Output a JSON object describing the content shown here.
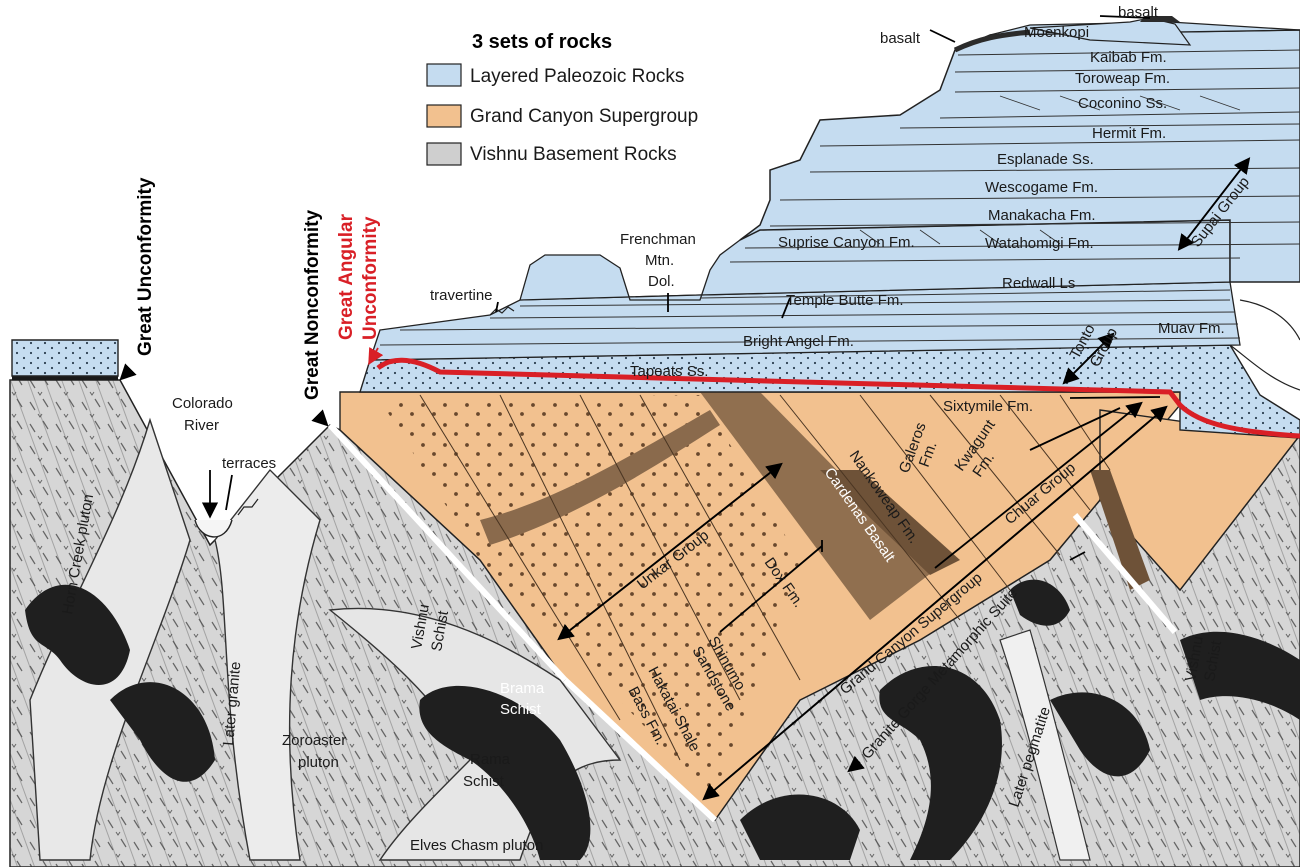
{
  "legend": {
    "title": "3 sets of rocks",
    "items": [
      {
        "label": "Layered Paleozoic Rocks",
        "color": "#c5dcf0"
      },
      {
        "label": "Grand Canyon Supergroup",
        "color": "#f2c18f"
      },
      {
        "label": "Vishnu Basement Rocks",
        "color": "#cfcfcf"
      }
    ]
  },
  "unconformities": {
    "great_unconformity": "Great Unconformity",
    "great_nonconformity": "Great Nonconformity",
    "great_angular_line1": "Great Angular",
    "great_angular_line2": "Unconformity"
  },
  "colors": {
    "paleozoic": "#c5dcf0",
    "supergroup": "#f2c18f",
    "basement": "#d6d6d6",
    "dark_band": "#8a6a4c",
    "unconformity_red": "#d91f26",
    "basalt": "#2b2b2b"
  },
  "paleozoic_labels": {
    "basalt_top": "basalt",
    "moenkopi": "Moenkopi",
    "basalt_left": "basalt",
    "kaibab": "Kaibab Fm.",
    "toroweap": "Toroweap Fm.",
    "coconino": "Coconino Ss.",
    "hermit": "Hermit Fm.",
    "esplanade": "Esplanade Ss.",
    "wescogame": "Wescogame Fm.",
    "manakacha": "Manakacha Fm.",
    "watahomigi": "Watahomigi Fm.",
    "suprise_canyon": "Suprise Canyon  Fm.",
    "supai_group": "Supai Group",
    "redwall": "Redwall Ls",
    "frenchman_1": "Frenchman",
    "frenchman_2": "Mtn.",
    "frenchman_3": "Dol.",
    "temple_butte": "Temple Butte Fm.",
    "travertine": "travertine",
    "bright_angel": "Bright Angel Fm.",
    "muav": "Muav Fm.",
    "tonto_group_1": "Tonto",
    "tonto_group_2": "Group",
    "tapeats": "Tapeats Ss."
  },
  "supergroup_labels": {
    "sixtymile": "Sixtymile Fm.",
    "kwagunt_1": "Kwagunt",
    "kwagunt_2": "Fm.",
    "galeros_1": "Galeros",
    "galeros_2": "Fm.",
    "nankoweap": "Nankoweap Fm.",
    "cardenas": "Cardenas Basalt",
    "chuar_group": "Chuar Group",
    "unkar_group": "Unkar Group",
    "dox": "Dox Fm.",
    "shinumo_1": "Shinumo",
    "shinumo_2": "Sandstone",
    "hakatai": "Hakatai Shale",
    "bass": "Bass Fm.",
    "gc_supergroup": "Grand Canyon Supergroup"
  },
  "basement_labels": {
    "colorado_1": "Colorado",
    "colorado_2": "River",
    "terraces": "terraces",
    "horn_creek": "Horn Creek pluton",
    "later_granite": "Later granite",
    "vishnu_left_1": "Vishnu",
    "vishnu_left_2": "Schist",
    "zoroaster_1": "Zoroaster",
    "zoroaster_2": "pluton",
    "brama_1": "Brama",
    "brama_2": "Schist",
    "rama_1": "Rama",
    "rama_2": "Schist",
    "elves_chasm": "Elves Chasm pluton",
    "granite_gorge": "Granite Gorge Metamorphic Suite",
    "later_pegmatite": "Later pegmatite",
    "vishnu_right_1": "Vishnu",
    "vishnu_right_2": "Schist"
  }
}
